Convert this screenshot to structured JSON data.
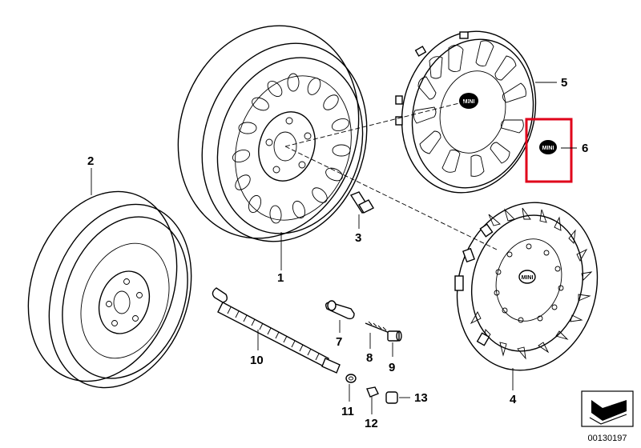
{
  "diagram": {
    "part_labels": [
      {
        "id": "1",
        "text": "1"
      },
      {
        "id": "2",
        "text": "2"
      },
      {
        "id": "3",
        "text": "3"
      },
      {
        "id": "4",
        "text": "4"
      },
      {
        "id": "5",
        "text": "5"
      },
      {
        "id": "6",
        "text": "6"
      },
      {
        "id": "7",
        "text": "7"
      },
      {
        "id": "8",
        "text": "8"
      },
      {
        "id": "9",
        "text": "9"
      },
      {
        "id": "10",
        "text": "10"
      },
      {
        "id": "11",
        "text": "11"
      },
      {
        "id": "12",
        "text": "12"
      },
      {
        "id": "13",
        "text": "13"
      }
    ],
    "logo_text": "MINI",
    "diagram_number": "00130197",
    "highlight_color": "#e0001a"
  }
}
